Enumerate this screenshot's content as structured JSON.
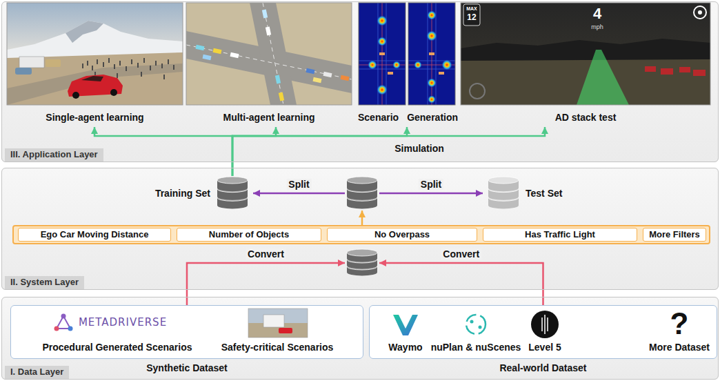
{
  "diagram": {
    "nodes": [
      {
        "text": [
          "III. Application Layer"
        ]
      },
      {
        "text": [
          "Single-agent learning"
        ],
        "in": 0
      },
      {
        "text": [
          "Multi-agent learning"
        ],
        "in": 0
      },
      {
        "text": [
          "Scenario",
          "Generation"
        ],
        "in": 0
      },
      {
        "text": [
          "AD stack test"
        ],
        "in": 0
      },
      {
        "text": [
          "II. System Layer"
        ]
      },
      {
        "text": [
          "Training Set"
        ],
        "in": 5
      },
      {
        "text": [],
        "in": 5
      },
      {
        "text": [
          "Test Set"
        ],
        "in": 5
      },
      {
        "text": [],
        "in": 5
      },
      {
        "text": [
          "Ego Car Moving Distance"
        ],
        "in": 9
      },
      {
        "text": [
          "Number of Objects"
        ],
        "in": 9
      },
      {
        "text": [
          "No Overpass"
        ],
        "in": 9
      },
      {
        "text": [
          "Has Traffic Light"
        ],
        "in": 9
      },
      {
        "text": [
          "More Filters"
        ],
        "in": 9
      },
      {
        "text": [],
        "in": 5
      },
      {
        "text": [
          "I. Data Layer"
        ]
      },
      {
        "text": [
          "Synthetic Dataset"
        ],
        "in": 16
      },
      {
        "text": [
          "Real-world Dataset"
        ],
        "in": 16
      }
    ],
    "edges": [
      {
        "from": 6,
        "to": 1,
        "arrow": "to"
      },
      {
        "from": 6,
        "to": 2,
        "arrow": "to"
      },
      {
        "from": 6,
        "to": 3,
        "arrow": "to"
      },
      {
        "from": 6,
        "to": 4,
        "arrow": "to"
      },
      {
        "from": 7,
        "to": 6,
        "label": "Split",
        "arrow": "to"
      },
      {
        "from": 7,
        "to": 8,
        "label": "Split",
        "arrow": "to"
      },
      {
        "from": 9,
        "to": 7,
        "arrow": "to"
      },
      {
        "from": 17,
        "to": 15,
        "label": "Convert",
        "arrow": "to"
      },
      {
        "from": 18,
        "to": 15,
        "label": "Convert",
        "arrow": "to"
      }
    ],
    "labels": [
      "Simulation",
      "MAX",
      "12",
      "4",
      "mph",
      "METADRIVERSE",
      "Procedural Generated Scenarios",
      "Safety-critical Scenarios",
      "Waymo",
      "nuPlan & nuScenes",
      "Level 5",
      "?",
      "More Dataset"
    ]
  }
}
